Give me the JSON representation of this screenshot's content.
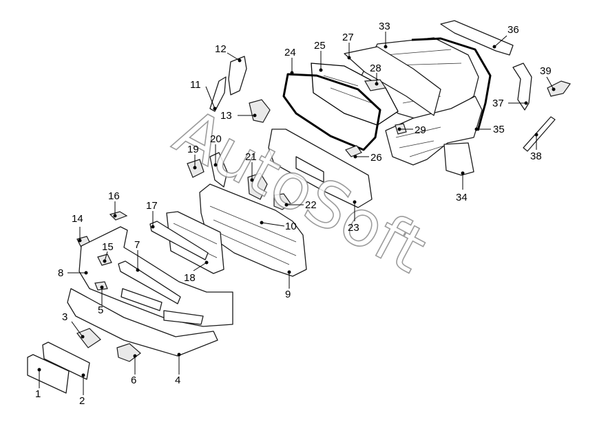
{
  "watermark": "AutoSoft",
  "callouts": [
    "1",
    "2",
    "3",
    "4",
    "5",
    "6",
    "7",
    "8",
    "9",
    "10",
    "11",
    "12",
    "13",
    "14",
    "15",
    "16",
    "17",
    "18",
    "19",
    "20",
    "21",
    "22",
    "23",
    "24",
    "25",
    "26",
    "27",
    "28",
    "29",
    "33",
    "34",
    "35",
    "36",
    "37",
    "38",
    "39"
  ]
}
